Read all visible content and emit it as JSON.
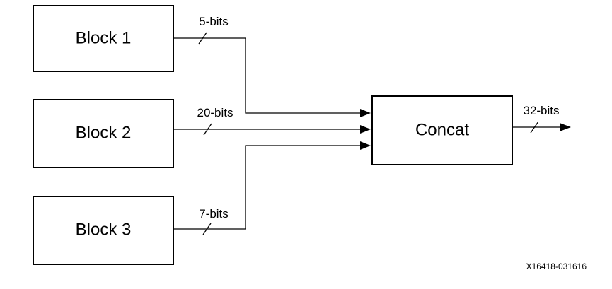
{
  "blocks": [
    {
      "label": "Block 1"
    },
    {
      "label": "Block 2"
    },
    {
      "label": "Block 3"
    }
  ],
  "concat": {
    "label": "Concat"
  },
  "buses": {
    "block1": "5-bits",
    "block2": "20-bits",
    "block3": "7-bits",
    "output": "32-bits"
  },
  "figure_id": "X16418-031616"
}
